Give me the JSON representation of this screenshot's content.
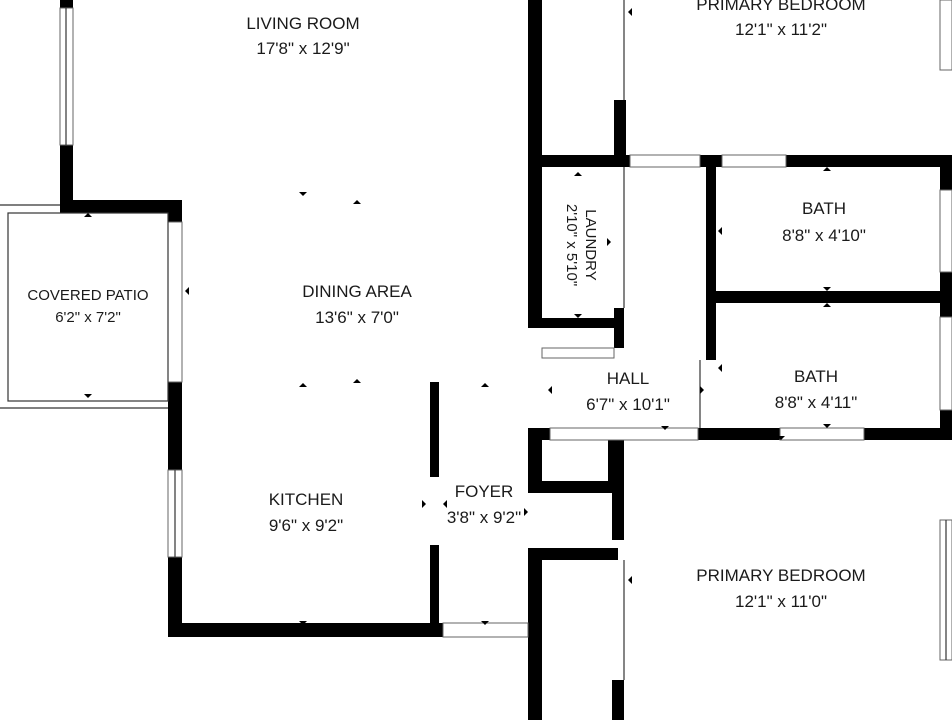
{
  "rooms": {
    "living_room": {
      "name": "LIVING ROOM",
      "dims": "17'8\" x 12'9\""
    },
    "primary_bedroom_top": {
      "name": "PRIMARY BEDROOM",
      "dims": "12'1\" x 11'2\""
    },
    "covered_patio": {
      "name": "COVERED PATIO",
      "dims": "6'2\" x 7'2\""
    },
    "dining_area": {
      "name": "DINING AREA",
      "dims": "13'6\" x 7'0\""
    },
    "laundry": {
      "name": "LAUNDRY",
      "dims": "2'10\" x 5'10\""
    },
    "bath_top": {
      "name": "BATH",
      "dims": "8'8\" x 4'10\""
    },
    "hall": {
      "name": "HALL",
      "dims": "6'7\" x 10'1\""
    },
    "bath_bottom": {
      "name": "BATH",
      "dims": "8'8\" x 4'11\""
    },
    "kitchen": {
      "name": "KITCHEN",
      "dims": "9'6\" x 9'2\""
    },
    "foyer": {
      "name": "FOYER",
      "dims": "3'8\" x 9'2\""
    },
    "primary_bedroom_bottom": {
      "name": "PRIMARY BEDROOM",
      "dims": "12'1\" x 11'0\""
    }
  },
  "colors": {
    "wall": "#000000",
    "background": "#ffffff",
    "text": "#1a1a1a"
  }
}
